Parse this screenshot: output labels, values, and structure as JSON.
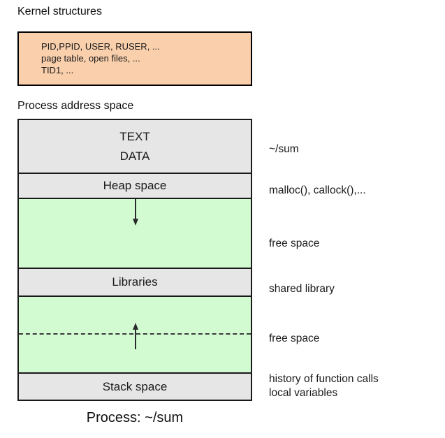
{
  "diagram": {
    "kernel_section": {
      "caption": "Kernel structures",
      "box_fill": "#f9cfac",
      "lines": [
        "PID,PPID, USER, RUSER, ...",
        "page table, open files, ...",
        "TID1, ..."
      ]
    },
    "address_space_section": {
      "caption": "Process address space",
      "gray_fill": "#e6e6e6",
      "green_fill": "#d2fbd2",
      "bands": [
        {
          "id": "textdata",
          "labels": [
            "TEXT",
            "DATA"
          ],
          "fill": "gray"
        },
        {
          "id": "heap",
          "labels": [
            "Heap space"
          ],
          "fill": "gray"
        },
        {
          "id": "free1",
          "labels": [],
          "fill": "green"
        },
        {
          "id": "libraries",
          "labels": [
            "Libraries"
          ],
          "fill": "gray"
        },
        {
          "id": "free2",
          "labels": [],
          "fill": "green"
        },
        {
          "id": "stack",
          "labels": [
            "Stack space"
          ],
          "fill": "gray"
        }
      ],
      "band_labels": {
        "text": "TEXT",
        "data": "DATA",
        "heap": "Heap space",
        "libraries": "Libraries",
        "stack": "Stack space"
      }
    },
    "annotations": {
      "text_data": "~/sum",
      "heap": "malloc(), callock(),...",
      "free_upper": "free space",
      "libraries": "shared library",
      "free_lower": "free space",
      "stack_line1": "history of function calls",
      "stack_line2": "local variables"
    },
    "bottom_caption": "Process: ~/sum"
  }
}
